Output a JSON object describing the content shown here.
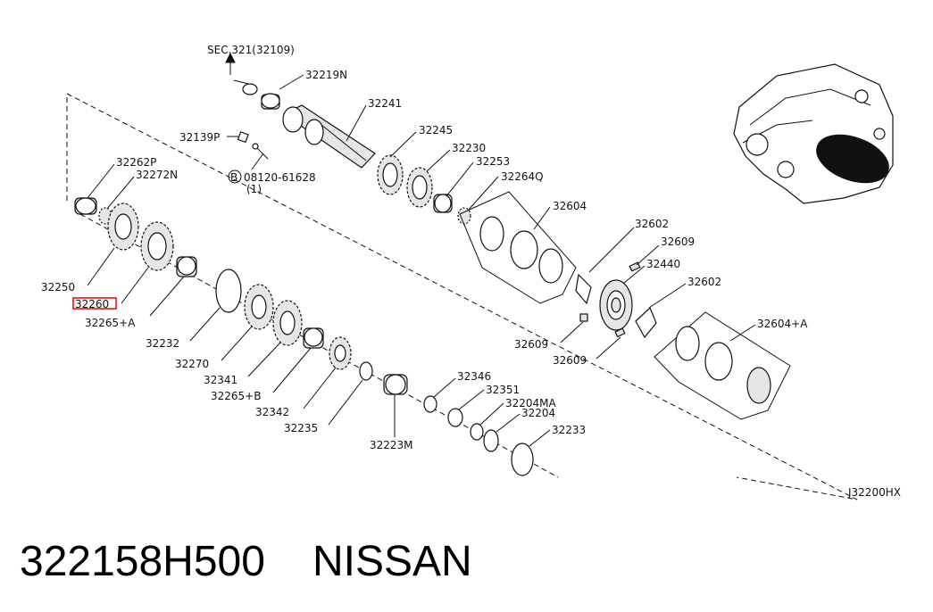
{
  "labels": {
    "sec": "SEC.321(32109)",
    "p32219N": "32219N",
    "p32241": "32241",
    "p32139P": "32139P",
    "p32245": "32245",
    "p32230": "32230",
    "p32262P": "32262P",
    "p32272N": "32272N",
    "bolt": "08120-61628",
    "bolt_qty": "(1)",
    "bolt_prefix": "B",
    "p32253": "32253",
    "p32264Q": "32264Q",
    "p32604": "32604",
    "p32602a": "32602",
    "p32609a": "32609",
    "p32440": "32440",
    "p32602b": "32602",
    "p32604A": "32604+A",
    "p32250": "32250",
    "p32260": "32260",
    "p32265A": "32265+A",
    "p32232": "32232",
    "p32270": "32270",
    "p32341": "32341",
    "p32265B": "32265+B",
    "p32342": "32342",
    "p32235": "32235",
    "p32223M": "32223M",
    "p32346": "32346",
    "p32351": "32351",
    "p32204MA": "32204MA",
    "p32204": "32204",
    "p32233": "32233",
    "p32609b": "32609",
    "p32609c": "32609",
    "diagram_code": "J32200HX"
  },
  "footer": {
    "part_number": "322158H500",
    "brand": "NISSAN"
  },
  "highlight_color": "#e11111"
}
